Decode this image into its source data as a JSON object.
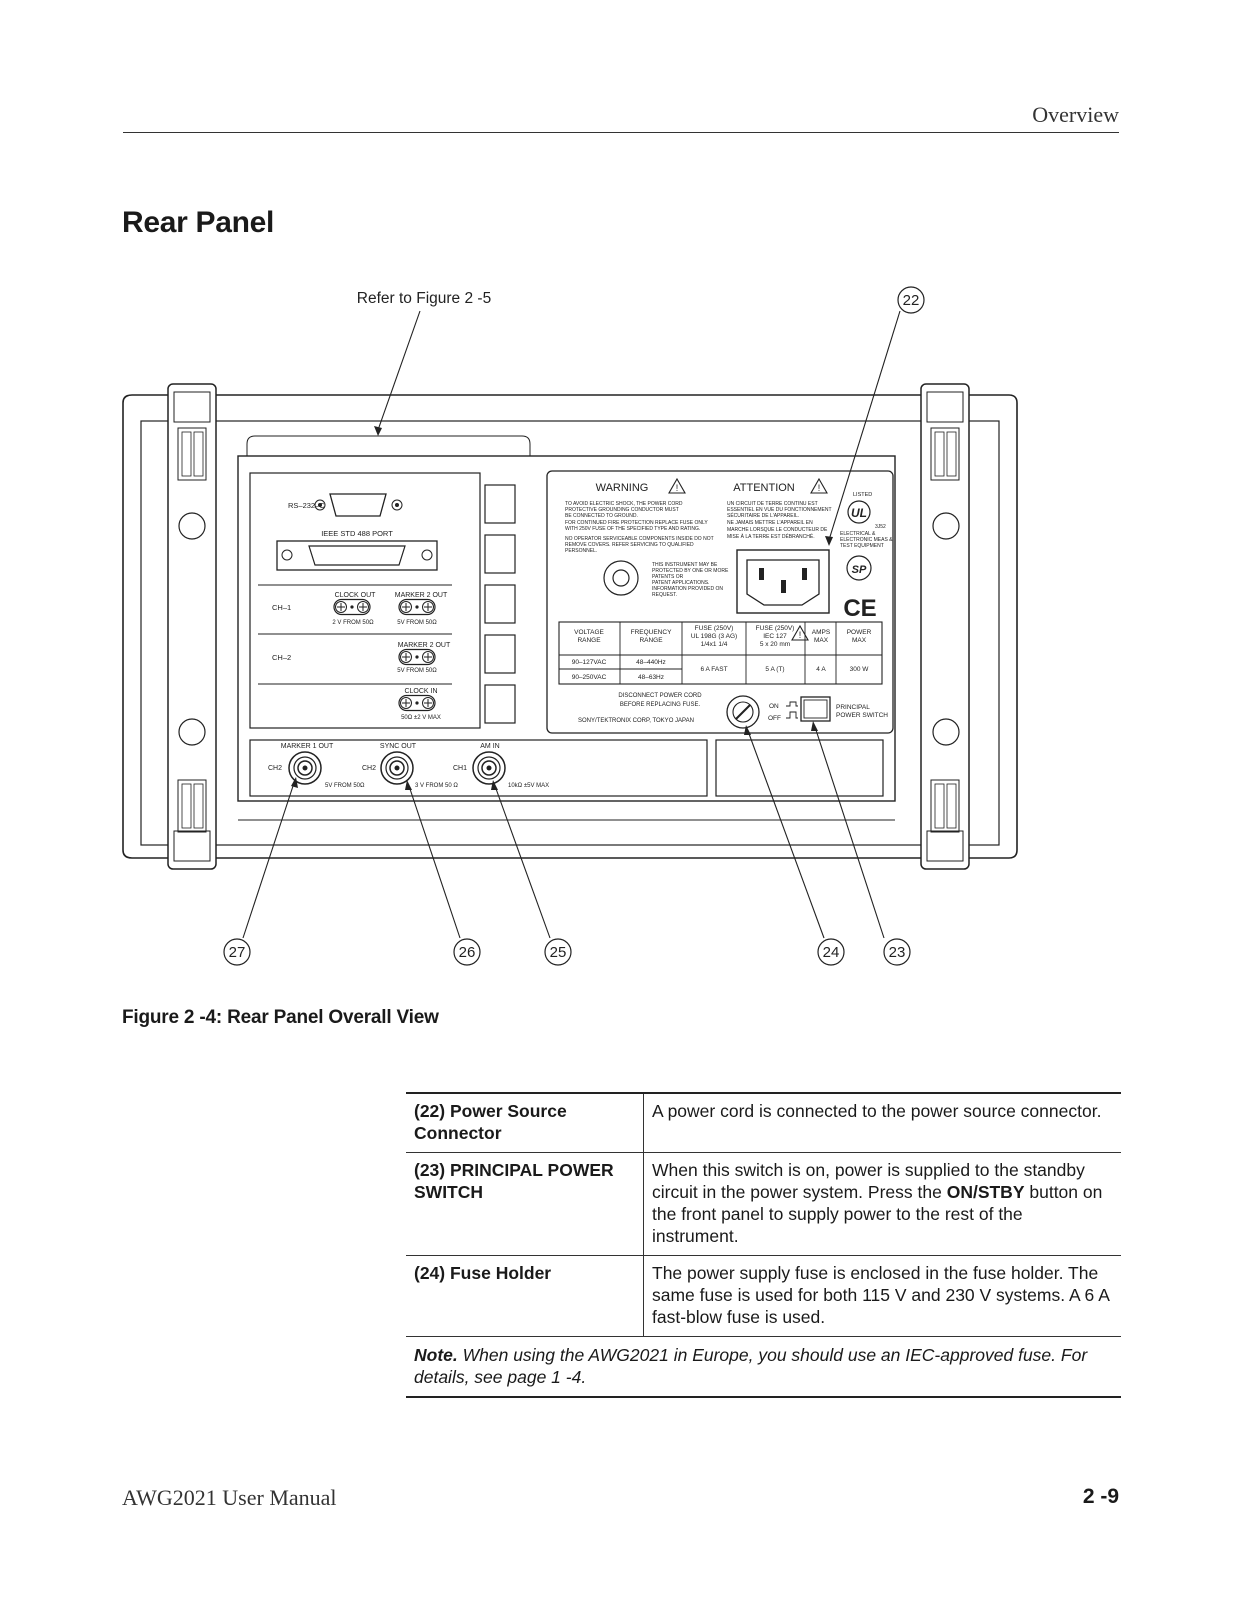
{
  "header": {
    "section": "Overview"
  },
  "title": "Rear Panel",
  "figure": {
    "refer_label": "Refer to Figure 2 -5",
    "callouts": [
      "22",
      "23",
      "24",
      "25",
      "26",
      "27"
    ],
    "panel": {
      "rs232": "RS–232–C",
      "ieee": "IEEE STD 488 PORT",
      "ch1": "CH–1",
      "ch2": "CH–2",
      "clock_out": "CLOCK OUT",
      "clock_out_spec": "2 V FROM 50Ω",
      "marker2_out": "MARKER 2 OUT",
      "marker2_spec": "5V FROM 50Ω",
      "clock_in": "CLOCK IN",
      "clock_in_spec": "50Ω ±2 V MAX",
      "marker1_out": "MARKER 1 OUT",
      "sync_out": "SYNC OUT",
      "am_in": "AM IN",
      "bnc_ch2": "CH2",
      "bnc_ch1": "CH1",
      "marker1_spec": "5V FROM 50Ω",
      "sync_spec": "3 V FROM 50 Ω",
      "am_spec": "10kΩ ±5V MAX",
      "warning": "WARNING",
      "attention": "ATTENTION",
      "warning_text": [
        "TO AVOID ELECTRIC SHOCK, THE POWER CORD",
        "PROTECTIVE GROUNDING CONDUCTOR MUST",
        "BE CONNECTED TO GROUND.",
        "FOR CONTINUED FIRE PROTECTION REPLACE FUSE ONLY",
        "WITH 250V FUSE OF THE SPECIFIED TYPE AND RATING.",
        "NO OPERATOR SERVICEABLE COMPONENTS INSIDE DO NOT",
        "REMOVE COVERS. REFER SERVICING TO QUALIFIED",
        "PERSONNEL."
      ],
      "attention_text": [
        "UN CIRCUIT DE TERRE CONTINU EST",
        "ESSENTIEL EN VUE DU FONCTIONNEMENT",
        "SÉCURITAIRE DE L'APPAREIL.",
        "NE JAMAIS METTRE L'APPAREIL EN",
        "MARCHE LORSQUE LE CONDUCTEUR DE",
        "MISE À LA TERRE EST DÉBRANCHÉ."
      ],
      "patent_text": [
        "THIS INSTRUMENT MAY BE",
        "PROTECTED BY ONE OR MORE",
        "PATENTS OR",
        "PATENT APPLICATIONS.",
        "INFORMATION PROVIDED ON",
        "REQUEST."
      ],
      "listed": "LISTED",
      "ul_number": "3J52",
      "ul_category": [
        "ELECTRICAL &",
        "ELECTRONIC MEAS &",
        "TEST EQUIPMENT"
      ],
      "ce": "CE",
      "spec_table": {
        "headers": [
          [
            "VOLTAGE",
            "RANGE"
          ],
          [
            "FREQUENCY",
            "RANGE"
          ],
          [
            "FUSE (250V)",
            "UL 198G (3 AG)",
            "1/4x1 1/4"
          ],
          [
            "FUSE (250V)",
            "IEC 127",
            "5 x 20 mm"
          ],
          [
            "AMPS",
            "MAX"
          ],
          [
            "POWER",
            "MAX"
          ]
        ],
        "rows": [
          [
            "90–127VAC",
            "48–440Hz"
          ],
          [
            "90–250VAC",
            "48–63Hz"
          ]
        ],
        "merged": [
          "6 A FAST",
          "5 A (T)",
          "4 A",
          "300 W"
        ]
      },
      "disconnect": [
        "DISCONNECT POWER CORD",
        "BEFORE REPLACING FUSE."
      ],
      "maker": "SONY/TEKTRONIX CORP, TOKYO JAPAN",
      "on": "ON",
      "off": "OFF",
      "principal": [
        "PRINCIPAL",
        "POWER SWITCH"
      ]
    }
  },
  "caption": "Figure 2 -4: Rear Panel Overall View",
  "table": {
    "rows": [
      {
        "term": "(22) Power Source Connector",
        "desc_parts": [
          "A power cord is connected to the power source connector."
        ]
      },
      {
        "term": "(23) PRINCIPAL POWER SWITCH",
        "desc_parts": [
          "When this switch is on, power is supplied to the standby circuit in the power system. Press the ",
          "ON/STBY",
          " button on the front panel to supply power to the rest of the instrument."
        ]
      },
      {
        "term": "(24) Fuse Holder",
        "desc_parts": [
          "The power supply fuse is enclosed in the fuse holder. The same fuse is used for both 115 V and 230 V systems. A 6 A fast-blow fuse is used."
        ]
      }
    ],
    "note_label": "Note.",
    "note_text": " When using the AWG2021 in Europe, you should use an IEC-approved fuse. For details, see page 1 -4."
  },
  "footer": {
    "manual": "AWG2021 User Manual",
    "page": "2 -9"
  }
}
